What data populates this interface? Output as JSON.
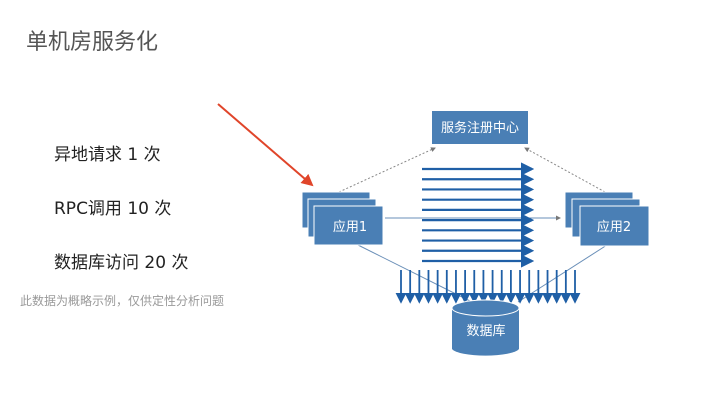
{
  "title": "单机房服务化",
  "stats": [
    "异地请求 1 次",
    "RPC调用 10 次",
    "数据库访问 20 次"
  ],
  "note": "此数据为概略示例，仅供定性分析问题",
  "diagram": {
    "registry": "服务注册中心",
    "app1": "应用1",
    "app2": "应用2",
    "database": "数据库",
    "rpc_arrow_count": 10,
    "db_arrow_count": 20
  },
  "colors": {
    "box": "#4a7fb5",
    "arrow": "#1f5fa6",
    "highlight": "#e0452a"
  }
}
